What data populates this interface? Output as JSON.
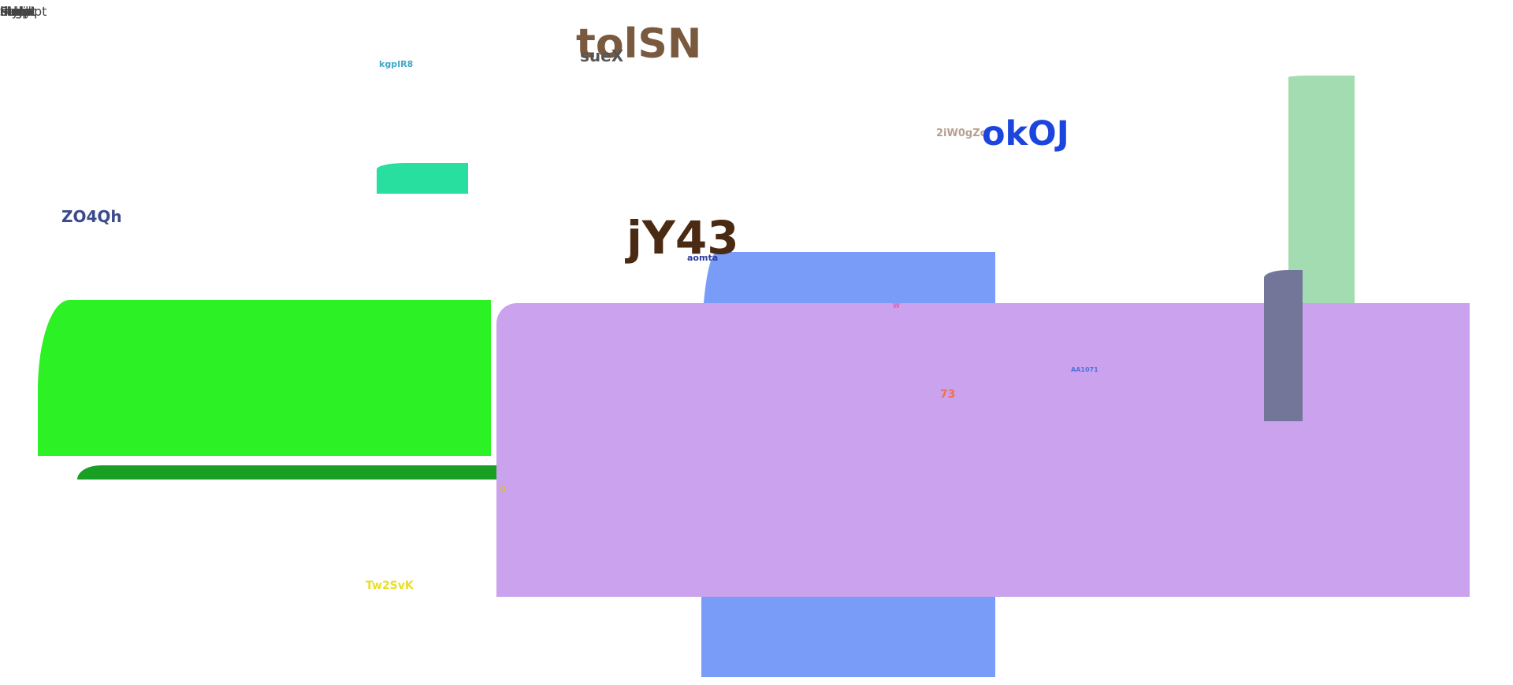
{
  "overlapping_corner_text": [
    "html",
    "head",
    "meta",
    "style",
    "body",
    "script",
    "title",
    "link",
    "div",
    "Link",
    "Login",
    "Page",
    "Script",
    "Inscript"
  ],
  "labels": {
    "tolSN": "tolSN",
    "sueX": "sueX",
    "kgpIR8": "kgpIR8",
    "okOJ": "okOJ",
    "twoiW": "2iW0gZcl",
    "zo4qh": "ZO4Qh",
    "jy43": "jY43",
    "aomta": "aomta",
    "w": "W",
    "aa": "AA1071",
    "n73": "73",
    "cj": "cJ",
    "tw2svk": "Tw2SvK"
  },
  "colors": {
    "background": "#ffffff",
    "teal_block": "#29df9f",
    "bright_green_block": "#2cf125",
    "dark_green_bar": "#1a9f25",
    "blue_block": "#789cf8",
    "lavender_block": "#caa2ee",
    "mint_block": "#a3dcb0",
    "slate_block": "#737599",
    "tolSN": "#7a5a3e",
    "sueX": "#555555",
    "kgpIR8": "#40a8c8",
    "okOJ": "#1c45de",
    "twoiW": "#b8a090",
    "zo4qh": "#3b4a8b",
    "jy43": "#4a2a12",
    "aomta": "#2a3a9a",
    "w": "#e060b0",
    "aa": "#5070d8",
    "n73": "#f07050",
    "cj": "#e0c020",
    "tw2svk": "#e8e020"
  }
}
